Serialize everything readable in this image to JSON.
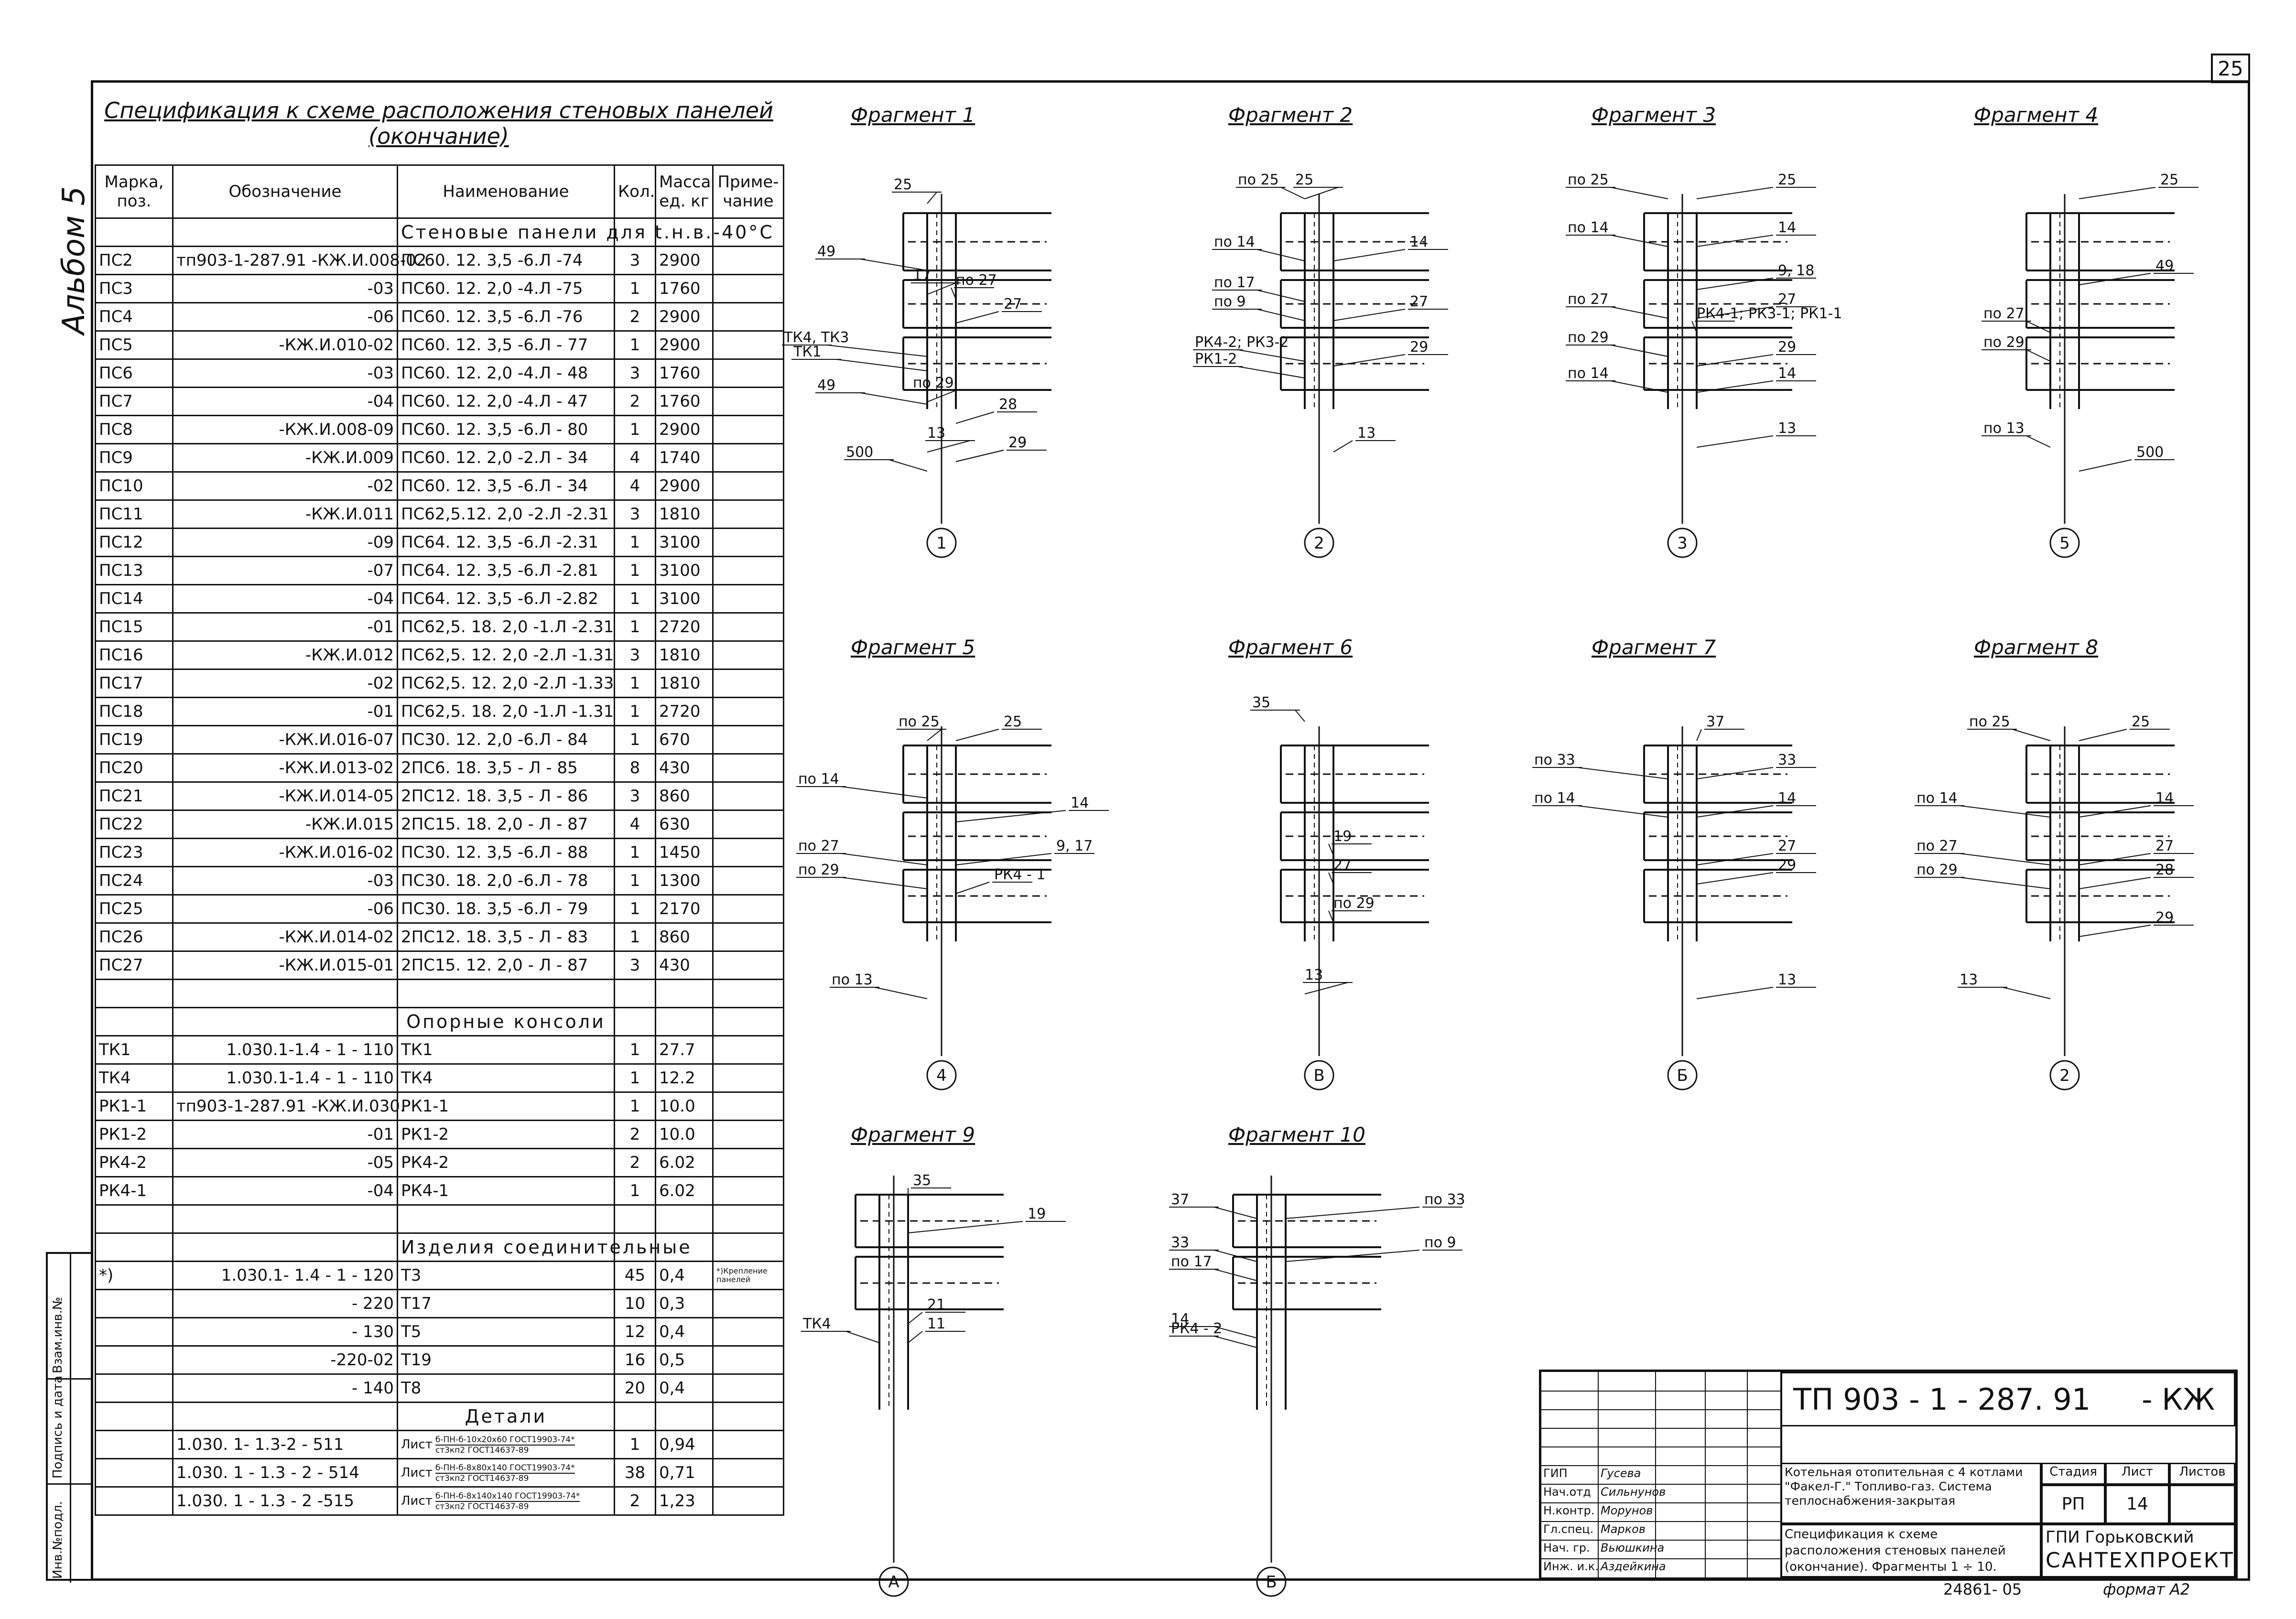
{
  "sheet_number": "25",
  "album": "Альбом 5",
  "spec": {
    "title_line1": "Спецификация к схеме расположения стеновых панелей",
    "title_line2": "(окончание)",
    "headers": [
      "Марка, поз.",
      "Обозначение",
      "Наименование",
      "Кол.",
      "Масса ед. кг",
      "Приме-чание"
    ],
    "section_panels": "Стеновые панели для t.н.в.-40°С",
    "panels": [
      [
        "ПС2",
        "тп903-1-287.91 -КЖ.И.008-02",
        "ПС60. 12. 3,5 -6.Л -74",
        "3",
        "2900",
        ""
      ],
      [
        "ПС3",
        "-03",
        "ПС60. 12. 2,0 -4.Л -75",
        "1",
        "1760",
        ""
      ],
      [
        "ПС4",
        "-06",
        "ПС60. 12. 3,5 -6.Л -76",
        "2",
        "2900",
        ""
      ],
      [
        "ПС5",
        "-КЖ.И.010-02",
        "ПС60. 12. 3,5 -6.Л - 77",
        "1",
        "2900",
        ""
      ],
      [
        "ПС6",
        "-03",
        "ПС60. 12. 2,0 -4.Л - 48",
        "3",
        "1760",
        ""
      ],
      [
        "ПС7",
        "-04",
        "ПС60. 12. 2,0 -4.Л - 47",
        "2",
        "1760",
        ""
      ],
      [
        "ПС8",
        "-КЖ.И.008-09",
        "ПС60. 12. 3,5 -6.Л - 80",
        "1",
        "2900",
        ""
      ],
      [
        "ПС9",
        "-КЖ.И.009",
        "ПС60. 12. 2,0 -2.Л - 34",
        "4",
        "1740",
        ""
      ],
      [
        "ПС10",
        "-02",
        "ПС60. 12. 3,5 -6.Л - 34",
        "4",
        "2900",
        ""
      ],
      [
        "ПС11",
        "-КЖ.И.011",
        "ПС62,5.12. 2,0 -2.Л -2.31",
        "3",
        "1810",
        ""
      ],
      [
        "ПС12",
        "-09",
        "ПС64. 12. 3,5 -6.Л -2.31",
        "1",
        "3100",
        ""
      ],
      [
        "ПС13",
        "-07",
        "ПС64. 12. 3,5 -6.Л -2.81",
        "1",
        "3100",
        ""
      ],
      [
        "ПС14",
        "-04",
        "ПС64. 12. 3,5 -6.Л -2.82",
        "1",
        "3100",
        ""
      ],
      [
        "ПС15",
        "-01",
        "ПС62,5. 18. 2,0 -1.Л -2.31",
        "1",
        "2720",
        ""
      ],
      [
        "ПС16",
        "-КЖ.И.012",
        "ПС62,5. 12. 2,0 -2.Л -1.31",
        "3",
        "1810",
        ""
      ],
      [
        "ПС17",
        "-02",
        "ПС62,5. 12. 2,0 -2.Л -1.33",
        "1",
        "1810",
        ""
      ],
      [
        "ПС18",
        "-01",
        "ПС62,5. 18. 2,0 -1.Л -1.31",
        "1",
        "2720",
        ""
      ],
      [
        "ПС19",
        "-КЖ.И.016-07",
        "ПС30. 12. 2,0 -6.Л - 84",
        "1",
        "670",
        ""
      ],
      [
        "ПС20",
        "-КЖ.И.013-02",
        "2ПС6. 18. 3,5 - Л - 85",
        "8",
        "430",
        ""
      ],
      [
        "ПС21",
        "-КЖ.И.014-05",
        "2ПС12. 18. 3,5 - Л - 86",
        "3",
        "860",
        ""
      ],
      [
        "ПС22",
        "-КЖ.И.015",
        "2ПС15. 18. 2,0 - Л - 87",
        "4",
        "630",
        ""
      ],
      [
        "ПС23",
        "-КЖ.И.016-02",
        "ПС30. 12. 3,5 -6.Л - 88",
        "1",
        "1450",
        ""
      ],
      [
        "ПС24",
        "-03",
        "ПС30. 18. 2,0 -6.Л - 78",
        "1",
        "1300",
        ""
      ],
      [
        "ПС25",
        "-06",
        "ПС30. 18. 3,5 -6.Л - 79",
        "1",
        "2170",
        ""
      ],
      [
        "ПС26",
        "-КЖ.И.014-02",
        "2ПС12. 18. 3,5 - Л - 83",
        "1",
        "860",
        ""
      ],
      [
        "ПС27",
        "-КЖ.И.015-01",
        "2ПС15. 12. 2,0 - Л - 87",
        "3",
        "430",
        ""
      ]
    ],
    "section_consoles": "Опорные консоли",
    "consoles": [
      [
        "ТК1",
        "1.030.1-1.4 - 1 - 110",
        "ТК1",
        "1",
        "27.7",
        ""
      ],
      [
        "ТК4",
        "1.030.1-1.4 - 1 - 110",
        "ТК4",
        "1",
        "12.2",
        ""
      ],
      [
        "РК1-1",
        "тп903-1-287.91 -КЖ.И.030.",
        "РК1-1",
        "1",
        "10.0",
        ""
      ],
      [
        "РК1-2",
        "-01",
        "РК1-2",
        "2",
        "10.0",
        ""
      ],
      [
        "РК4-2",
        "-05",
        "РК4-2",
        "2",
        "6.02",
        ""
      ],
      [
        "РК4-1",
        "-04",
        "РК4-1",
        "1",
        "6.02",
        ""
      ]
    ],
    "section_connectors": "Изделия соединительные",
    "connectors": [
      [
        "*)",
        "1.030.1- 1.4 - 1 - 120",
        "Т3",
        "45",
        "0,4",
        "*)Крепление панелей"
      ],
      [
        "",
        "- 220",
        "Т17",
        "10",
        "0,3",
        ""
      ],
      [
        "",
        "- 130",
        "Т5",
        "12",
        "0,4",
        ""
      ],
      [
        "",
        "-220-02",
        "Т19",
        "16",
        "0,5",
        ""
      ],
      [
        "",
        "- 140",
        "Т8",
        "20",
        "0,4",
        ""
      ]
    ],
    "section_details": "Детали",
    "details": [
      [
        "",
        "1.030. 1- 1.3-2 - 511",
        "Лист",
        "б-ПН-б-10х20х60 ГОСТ19903-74*",
        "ст3кп2 ГОСТ14637-89",
        "1",
        "0,94"
      ],
      [
        "",
        "1.030. 1 - 1.3 - 2 - 514",
        "Лист",
        "б-ПН-б-8х80х140 ГОСТ19903-74*",
        "ст3кп2 ГОСТ14637-89",
        "38",
        "0,71"
      ],
      [
        "",
        "1.030. 1 - 1.3 - 2 -515",
        "Лист",
        "б-ПН-б-8х140х140 ГОСТ19903-74*",
        "ст3кп2 ГОСТ14637-89",
        "2",
        "1,23"
      ]
    ]
  },
  "margin_stamp": {
    "cells": [
      "Инв.№подл.",
      "Подпись и дата",
      "Взам.инв.№"
    ]
  },
  "fragments": {
    "f1": {
      "title": "Фрагмент 1",
      "axis": "1",
      "labels": [
        "25",
        "49",
        "17",
        "по 27",
        "27",
        "29",
        "ТК4, ТК3",
        "ТК1",
        "49",
        "по 29",
        "28",
        "500",
        "13",
        "29"
      ]
    },
    "f2": {
      "title": "Фрагмент 2",
      "axis": "2",
      "labels": [
        "по 25",
        "25",
        "по 14",
        "14",
        "по 17",
        "по 9",
        "27",
        "29",
        "РК4-2; РК3-2",
        "РК1-2",
        "13"
      ]
    },
    "f3": {
      "title": "Фрагмент 3",
      "axis": "3",
      "labels": [
        "по 25",
        "25",
        "по 14",
        "14",
        "9, 18",
        "по 27",
        "27",
        "РК4-1; РК3-1; РК1-1",
        "по 29",
        "29",
        "по 14",
        "14",
        "13"
      ]
    },
    "f4": {
      "title": "Фрагмент 4",
      "axis": "5",
      "labels": [
        "25",
        "49",
        "по 27",
        "по 29",
        "по 13",
        "500"
      ]
    },
    "f5": {
      "title": "Фрагмент 5",
      "axis": "4",
      "labels": [
        "по 25",
        "25",
        "по 14",
        "14",
        "по 27",
        "9, 17",
        "по 29",
        "РК4 - 1",
        "по 13"
      ]
    },
    "f6": {
      "title": "Фрагмент 6",
      "axis": "В",
      "labels": [
        "35",
        "19",
        "27",
        "по 29",
        "13"
      ]
    },
    "f7": {
      "title": "Фрагмент 7",
      "axis": "Б",
      "labels": [
        "37",
        "по 33",
        "33",
        "по 14",
        "14",
        "27",
        "29",
        "13"
      ]
    },
    "f8": {
      "title": "Фрагмент 8",
      "axis": "2",
      "labels": [
        "по 25",
        "25",
        "по 14",
        "14",
        "по 27",
        "27",
        "по 29",
        "28",
        "29",
        "13"
      ]
    },
    "f9": {
      "title": "Фрагмент 9",
      "axis": "А",
      "labels": [
        "35",
        "19",
        "ТК4",
        "21",
        "11"
      ]
    },
    "f10": {
      "title": "Фрагмент 10",
      "axis": "Б",
      "labels": [
        "37",
        "по 33",
        "33",
        "по 17",
        "по 9",
        "14",
        "РК4 - 2"
      ]
    }
  },
  "title_block": {
    "code": "ТП 903 - 1 - 287. 91",
    "suffix": "- КЖ",
    "roles": [
      "ГИП",
      "Нач.отд",
      "Н.контр.",
      "Гл.спец.",
      "Нач. гр.",
      "Инж. и.к."
    ],
    "names": [
      "Гусева",
      "Сильнунов",
      "Морунов",
      "Марков",
      "Вьюшкина",
      "Аздейкина"
    ],
    "project": "Котельная отопительная с 4 котлами \"Факел-Г.\" Топливо-газ. Система теплоснабжения-закрытая",
    "stage_h": "Стадия",
    "sheet_h": "Лист",
    "sheets_h": "Листов",
    "stage": "РП",
    "sheet": "14",
    "sheet_desc": "Спецификация к схеме расположения стеновых панелей (окончание). Фрагменты 1 ÷ 10.",
    "org1": "ГПИ Горьковский",
    "org2": "САНТЕХПРОЕКТ",
    "inv": "24861- 05",
    "format": "формат А2"
  }
}
